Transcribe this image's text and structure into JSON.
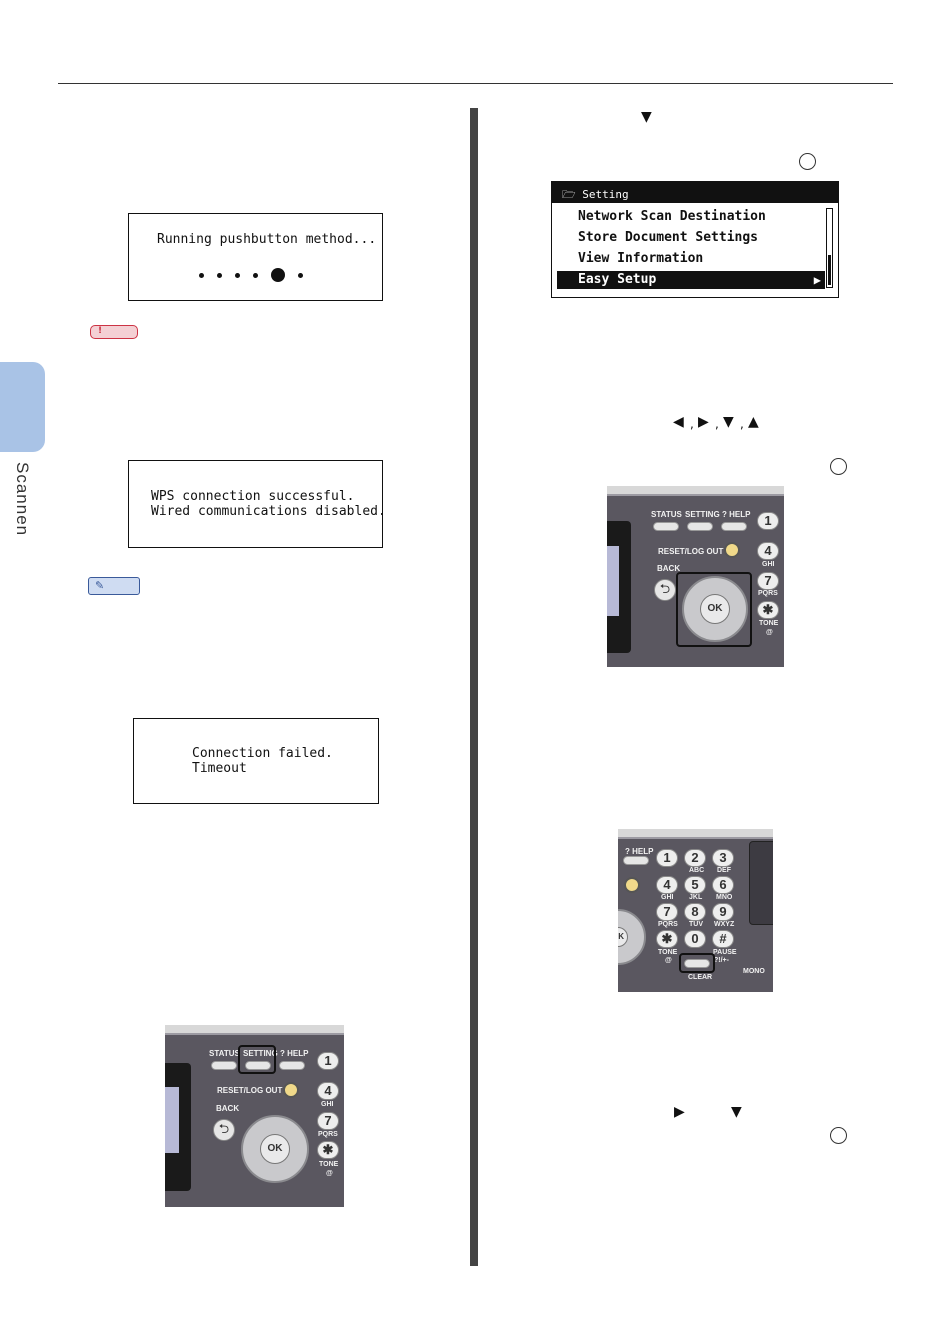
{
  "page": {
    "section_tab_label": "Scannen"
  },
  "lcd_pushbutton": {
    "line1": "Running pushbutton method..."
  },
  "lcd_wps_success": {
    "line1": "WPS connection successful.",
    "line2": "Wired communications disabled."
  },
  "lcd_connection_failed": {
    "line1": "Connection failed.",
    "line2": "Timeout"
  },
  "setting_screen": {
    "title": "Setting",
    "items": [
      {
        "label": "Network Scan Destination",
        "selected": false
      },
      {
        "label": "Store Document Settings",
        "selected": false
      },
      {
        "label": "View Information",
        "selected": false
      },
      {
        "label": "Easy Setup",
        "selected": true
      }
    ]
  },
  "glyphs": {
    "down_arrow": "▼",
    "left_arrow": "◀",
    "right_arrow": "▶",
    "up_arrow": "▲",
    "comma": ","
  },
  "panel_setting": {
    "status": "STATUS",
    "setting": "SETTING",
    "help": "? HELP",
    "reset": "RESET/LOG OUT",
    "back": "BACK",
    "ok": "OK",
    "key1": "1",
    "key4": "4",
    "key4_sub": "GHI",
    "key7": "7",
    "key7_sub": "PQRS",
    "key_star": "✱",
    "tone": "TONE",
    "at": "@"
  },
  "panel_clear": {
    "help": "? HELP",
    "keys": [
      {
        "n": "1",
        "sub": ""
      },
      {
        "n": "2",
        "sub": "ABC"
      },
      {
        "n": "3",
        "sub": "DEF"
      },
      {
        "n": "4",
        "sub": "GHI"
      },
      {
        "n": "5",
        "sub": "JKL"
      },
      {
        "n": "6",
        "sub": "MNO"
      },
      {
        "n": "7",
        "sub": "PQRS"
      },
      {
        "n": "8",
        "sub": "TUV"
      },
      {
        "n": "9",
        "sub": "WXYZ"
      },
      {
        "n": "✱",
        "sub": "TONE"
      },
      {
        "n": "0",
        "sub": ""
      },
      {
        "n": "#",
        "sub": "PAUSE"
      }
    ],
    "pause_sub": "?!/+-",
    "tone_at": "@",
    "clear": "CLEAR",
    "mono": "MONO",
    "ok": "OK"
  },
  "colors": {
    "side_tab": "#a9c3e6",
    "note_red": "#cc3344",
    "memo_blue": "#3a5a9a",
    "panel_grey": "#5a5760"
  }
}
